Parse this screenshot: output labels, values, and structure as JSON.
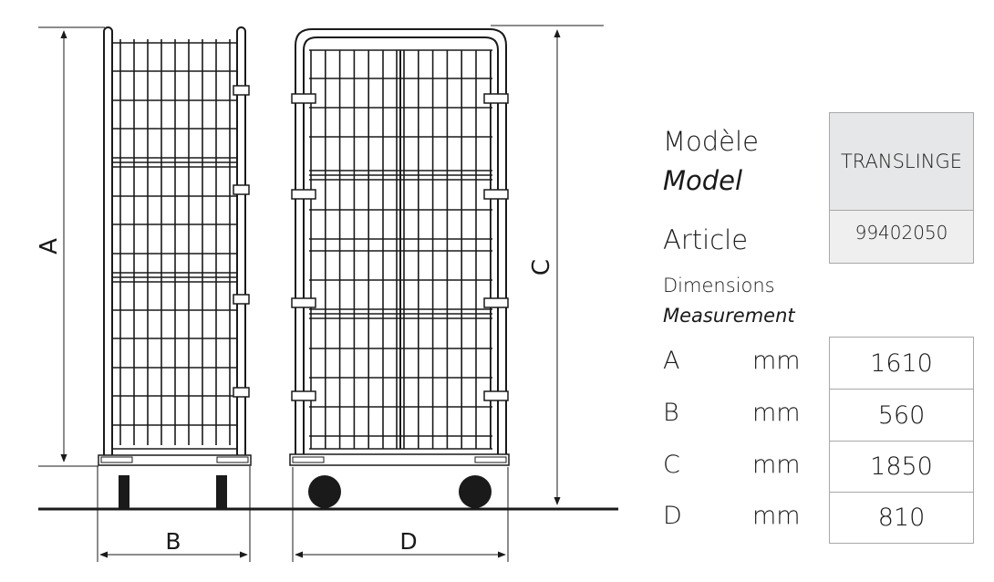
{
  "drawing": {
    "labels": {
      "a": "A",
      "b": "B",
      "c": "C",
      "d": "D"
    }
  },
  "spec": {
    "model_fr": "Modèle",
    "model_en": "Model",
    "model_value": "TRANSLINGE",
    "article_label": "Article",
    "article_value": "99402050",
    "dimensions_fr": "Dimensions",
    "dimensions_en": "Measurement",
    "rows": [
      {
        "letter": "A",
        "unit": "mm",
        "value": "1610"
      },
      {
        "letter": "B",
        "unit": "mm",
        "value": "560"
      },
      {
        "letter": "C",
        "unit": "mm",
        "value": "1850"
      },
      {
        "letter": "D",
        "unit": "mm",
        "value": "810"
      }
    ]
  },
  "colors": {
    "line": "#1a1a1a",
    "model_bg": "#e6e7e8",
    "article_bg": "#efefef"
  }
}
